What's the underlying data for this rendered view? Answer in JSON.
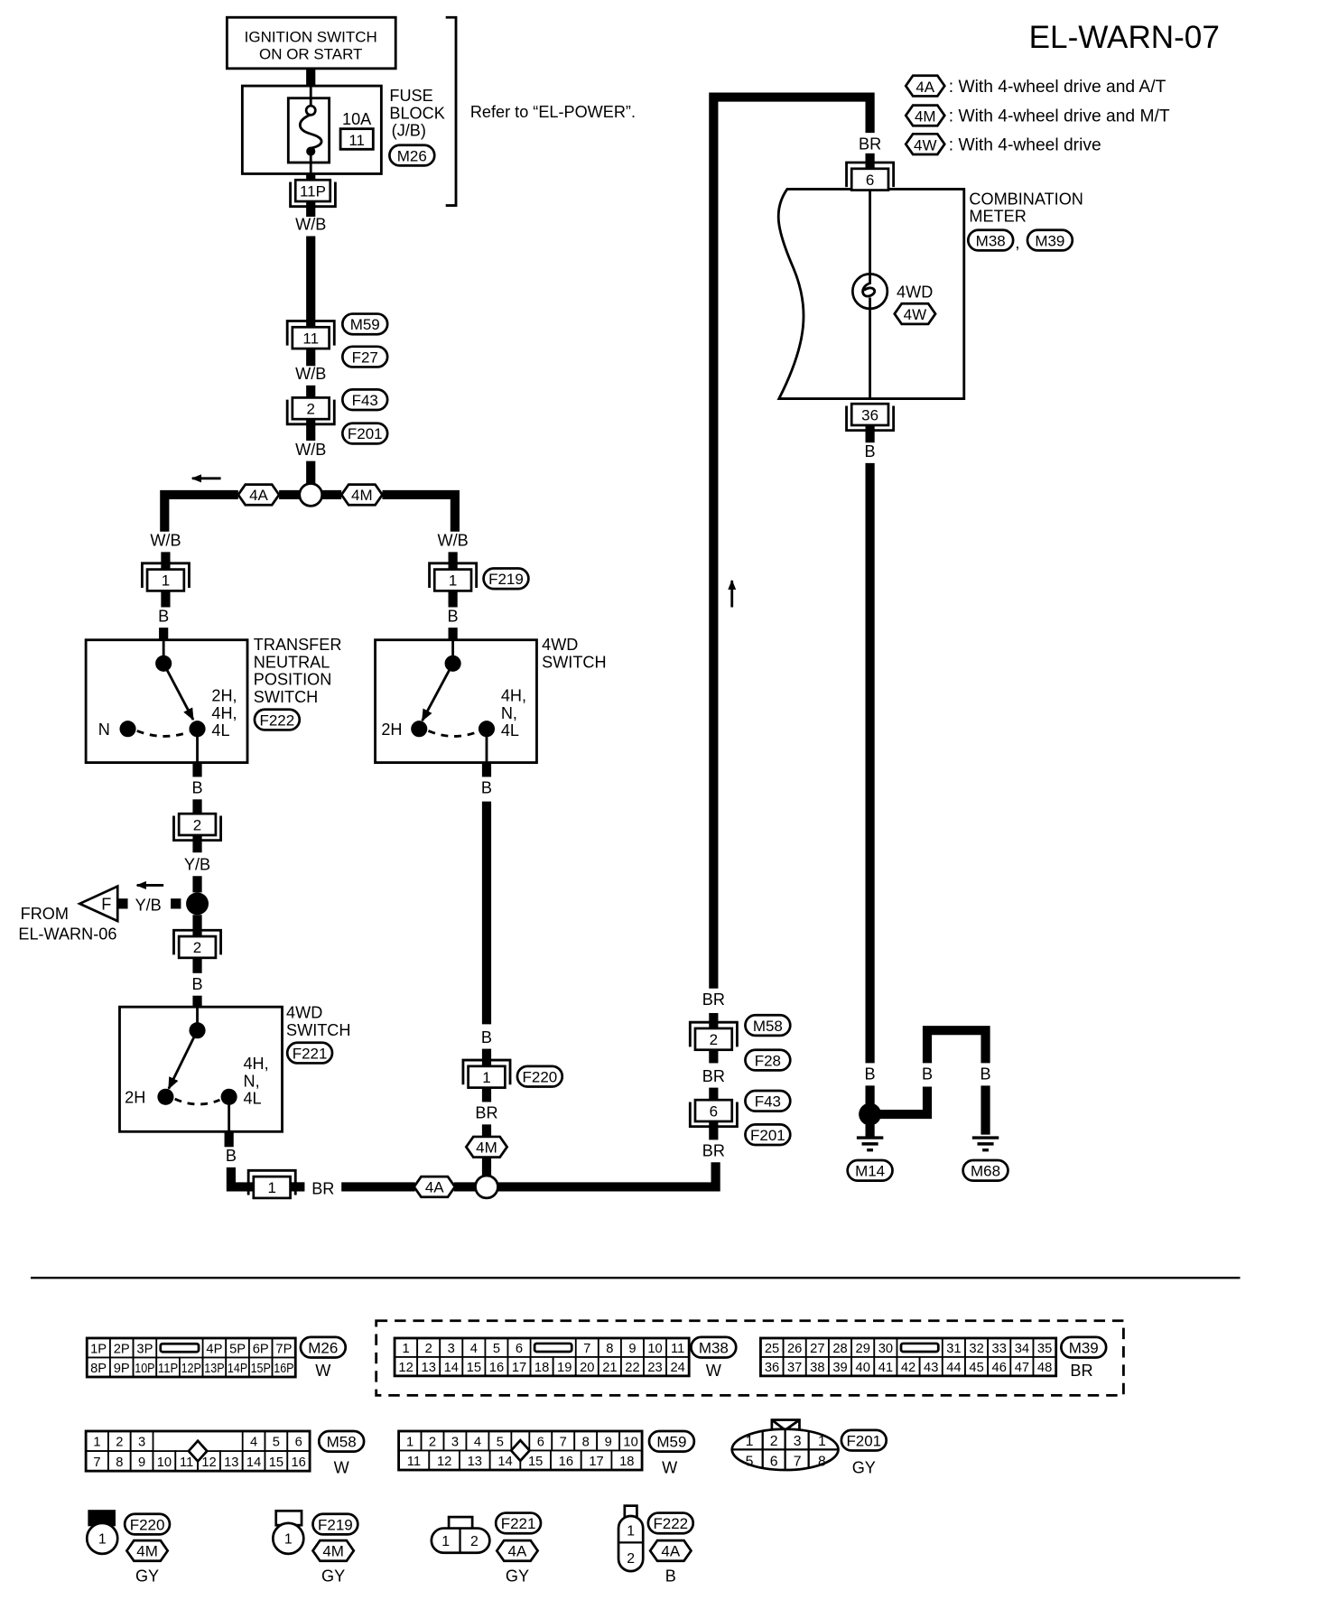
{
  "header": {
    "title": "EL-WARN-07"
  },
  "legend": [
    {
      "code": "4A",
      "text": ": With 4-wheel drive and A/T"
    },
    {
      "code": "4M",
      "text": ": With 4-wheel drive and M/T"
    },
    {
      "code": "4W",
      "text": ": With 4-wheel drive"
    }
  ],
  "power": {
    "ignition": [
      "IGNITION SWITCH",
      "ON OR START"
    ],
    "fuse_rating": "10A",
    "fuse_number": "11",
    "fuse_block_label": [
      "FUSE",
      "BLOCK",
      "(J/B)"
    ],
    "fuse_block_connector": "M26",
    "fuse_block_terminal": "11P",
    "refer_note": "Refer to “EL-POWER”."
  },
  "wire_colors": [
    "W/B",
    "W/B",
    "W/B",
    "W/B",
    "W/B",
    "B",
    "B",
    "B",
    "B",
    "Y/B",
    "Y/B",
    "B",
    "B",
    "BR",
    "B",
    "BR",
    "BR",
    "BR",
    "BR",
    "BR",
    "B",
    "B",
    "B",
    "B"
  ],
  "inline_pins": [
    "11",
    "2",
    "1",
    "1",
    "2",
    "2",
    "1",
    "1",
    "2",
    "6",
    "6",
    "36"
  ],
  "connector_refs": [
    "M59",
    "F27",
    "F43",
    "F201",
    "F219",
    "F222",
    "F221",
    "F220",
    "M58",
    "F28",
    "F43",
    "F201",
    "M38",
    "M39",
    "M14",
    "M68"
  ],
  "option_tags": [
    "4A",
    "4M",
    "4W",
    "4M",
    "4A"
  ],
  "transfer_switch": {
    "label": [
      "TRANSFER",
      "NEUTRAL",
      "POSITION",
      "SWITCH"
    ],
    "contact_left": "N",
    "contact_right": [
      "2H,",
      "4H,",
      "4L"
    ]
  },
  "wd_switch_upper": {
    "label": [
      "4WD",
      "SWITCH"
    ],
    "contact_left": "2H",
    "contact_right": [
      "4H,",
      "N,",
      "4L"
    ]
  },
  "wd_switch_lower": {
    "label": [
      "4WD",
      "SWITCH"
    ],
    "contact_left": "2H",
    "contact_right": [
      "4H,",
      "N,",
      "4L"
    ]
  },
  "combination_meter": {
    "label": [
      "COMBINATION",
      "METER"
    ],
    "separator": ",",
    "indicator": "4WD"
  },
  "from_ref": {
    "symbol": "F",
    "label": [
      "FROM",
      "EL-WARN-06"
    ]
  },
  "connector_views": [
    {
      "id": "M26",
      "color": "W",
      "key": "slot",
      "rows": [
        [
          "1P",
          "2P",
          "3P",
          null,
          "4P",
          "5P",
          "6P",
          "7P"
        ],
        [
          "8P",
          "9P",
          "10P",
          "11P",
          "12P",
          "13P",
          "14P",
          "15P",
          "16P"
        ]
      ]
    },
    {
      "id": "M38",
      "color": "W",
      "key": "slot",
      "rows": [
        [
          "1",
          "2",
          "3",
          "4",
          "5",
          "6",
          null,
          "7",
          "8",
          "9",
          "10",
          "11"
        ],
        [
          "12",
          "13",
          "14",
          "15",
          "16",
          "17",
          "18",
          "19",
          "20",
          "21",
          "22",
          "23",
          "24"
        ]
      ]
    },
    {
      "id": "M39",
      "color": "BR",
      "key": "slot",
      "rows": [
        [
          "25",
          "26",
          "27",
          "28",
          "29",
          "30",
          null,
          "31",
          "32",
          "33",
          "34",
          "35"
        ],
        [
          "36",
          "37",
          "38",
          "39",
          "40",
          "41",
          "42",
          "43",
          "44",
          "45",
          "46",
          "47",
          "48"
        ]
      ]
    },
    {
      "id": "M58",
      "color": "W",
      "key": "diamond",
      "rows": [
        [
          "1",
          "2",
          "3",
          null,
          "4",
          "5",
          "6"
        ],
        [
          "7",
          "8",
          "9",
          "10",
          "11",
          "12",
          "13",
          "14",
          "15",
          "16"
        ]
      ]
    },
    {
      "id": "M59",
      "color": "W",
      "key": "diamond",
      "rows": [
        [
          "1",
          "2",
          "3",
          "4",
          "5",
          null,
          "6",
          "7",
          "8",
          "9",
          "10"
        ],
        [
          "11",
          "12",
          "13",
          "14",
          "15",
          "16",
          "17",
          "18"
        ]
      ]
    }
  ],
  "oval_connector_view": {
    "id": "F201",
    "color": "GY",
    "rows": [
      [
        "1",
        "2",
        "3",
        "1"
      ],
      [
        "5",
        "6",
        "7",
        "8"
      ]
    ]
  },
  "small_connectors": [
    {
      "id": "F220",
      "option": "4M",
      "color": "GY",
      "pins": [
        "1"
      ]
    },
    {
      "id": "F219",
      "option": "4M",
      "color": "GY",
      "pins": [
        "1"
      ]
    },
    {
      "id": "F221",
      "option": "4A",
      "color": "GY",
      "pins": [
        "1",
        "2"
      ]
    },
    {
      "id": "F222",
      "option": "4A",
      "color": "B",
      "pins": [
        "1",
        "2"
      ]
    }
  ]
}
